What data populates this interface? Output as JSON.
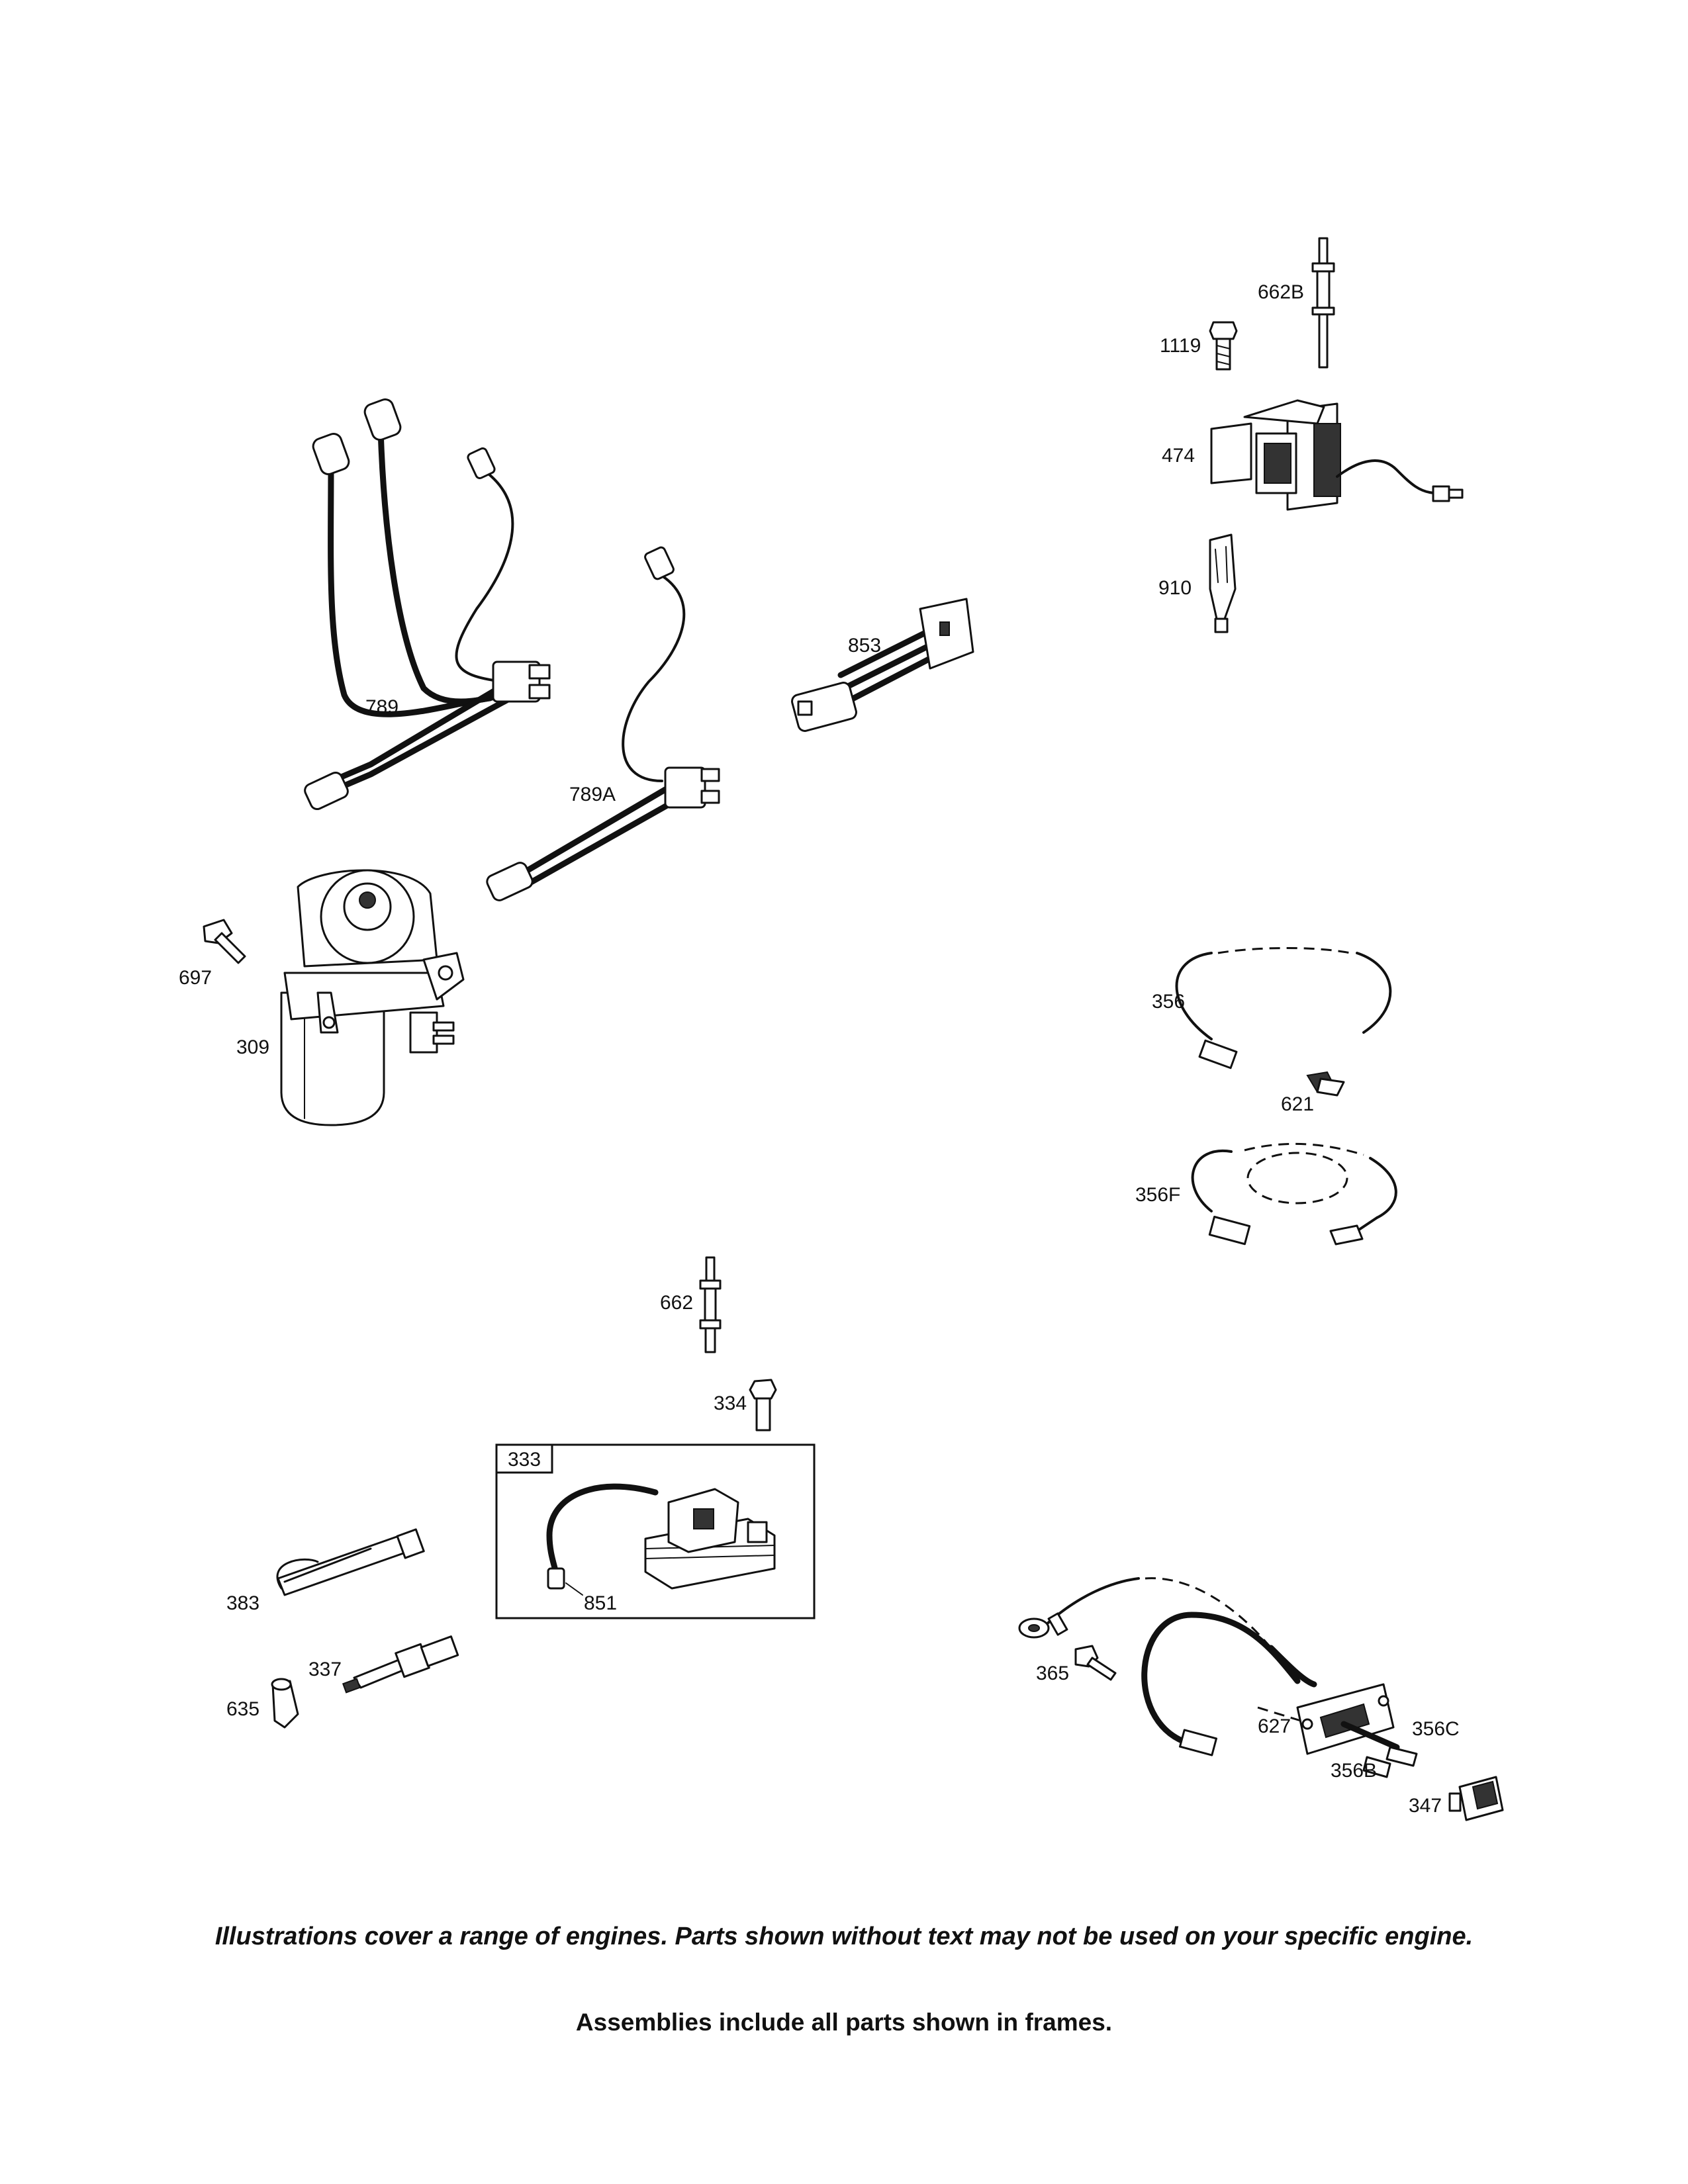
{
  "callouts": {
    "p662B": "662B",
    "p1119": "1119",
    "p474": "474",
    "p910": "910",
    "p789": "789",
    "p789A": "789A",
    "p853": "853",
    "p697": "697",
    "p309": "309",
    "p356": "356",
    "p621": "621",
    "p356F": "356F",
    "p662": "662",
    "p334": "334",
    "p333": "333",
    "p851": "851",
    "p383": "383",
    "p337": "337",
    "p635": "635",
    "p365": "365",
    "p627": "627",
    "p356C": "356C",
    "p356B": "356B",
    "p347": "347"
  },
  "notes": {
    "primary": "Illustrations cover a range of engines. Parts shown without text may not be used on your specific engine.",
    "secondary": "Assemblies include all parts shown in frames."
  }
}
